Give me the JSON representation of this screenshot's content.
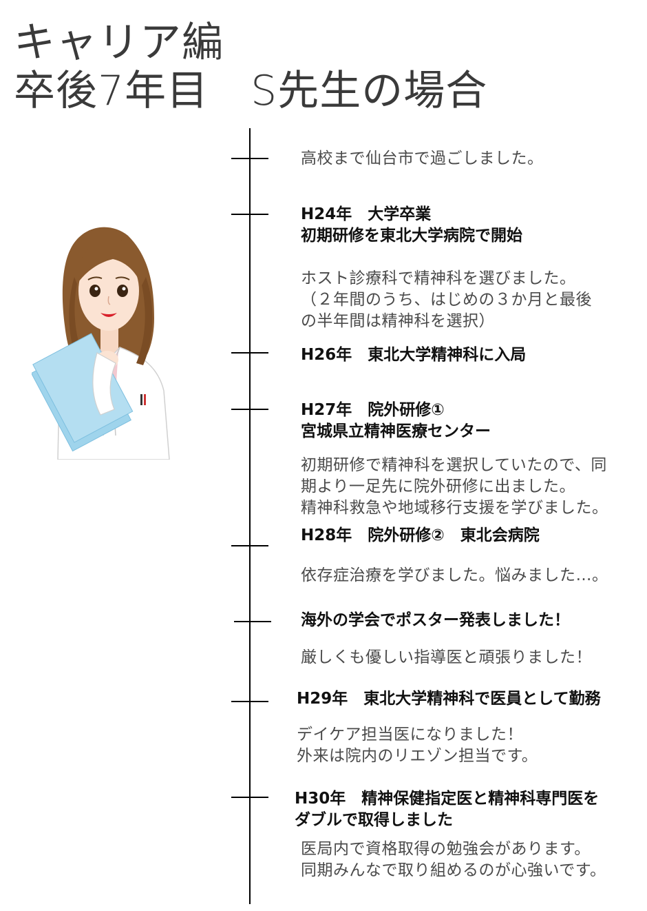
{
  "header": {
    "title_line1": "キャリア編",
    "title_line2": "卒後7年目　S先生の場合"
  },
  "timeline": [
    {
      "heading": [],
      "desc": [
        "高校まで仙台市で過ごしました。"
      ]
    },
    {
      "heading": [
        "H24年　大学卒業",
        "初期研修を東北大学病院で開始"
      ],
      "desc": [
        "ホスト診療科で精神科を選びました。",
        "（２年間のうち、はじめの３か月と最後",
        "の半年間は精神科を選択）"
      ]
    },
    {
      "heading": [
        "H26年　東北大学精神科に入局"
      ],
      "desc": []
    },
    {
      "heading": [
        "H27年　院外研修①",
        "宮城県立精神医療センター"
      ],
      "desc": [
        "初期研修で精神科を選択していたので、同",
        "期より一足先に院外研修に出ました。",
        "精神科救急や地域移行支援を学びました。"
      ]
    },
    {
      "heading": [
        "H28年　院外研修②　東北会病院"
      ],
      "desc": [
        "依存症治療を学びました。悩みました…。"
      ]
    },
    {
      "heading": [
        "海外の学会でポスター発表しました！"
      ],
      "desc": [
        "厳しくも優しい指導医と頑張りました！"
      ]
    },
    {
      "heading": [
        "H29年　東北大学精神科で医員として勤務"
      ],
      "desc": [
        "デイケア担当医になりました！",
        "外来は院内のリエゾン担当です。"
      ]
    },
    {
      "heading": [
        "H30年　精神保健指定医と精神科専門医を",
        "ダブルで取得しました"
      ],
      "desc": [
        "医局内で資格取得の勉強会があります。",
        "同期みんなで取り組めるのが心強いです。"
      ]
    }
  ],
  "colors": {
    "axis": "#000000",
    "title": "#3a3a3a",
    "heading": "#111111",
    "text": "#4a4a4a",
    "hair": "#8a5a2e",
    "coat": "#ffffff",
    "folder": "#9fd4ec",
    "lips": "#d8202a"
  },
  "icons": {
    "illustration": "female-doctor-with-folder"
  }
}
